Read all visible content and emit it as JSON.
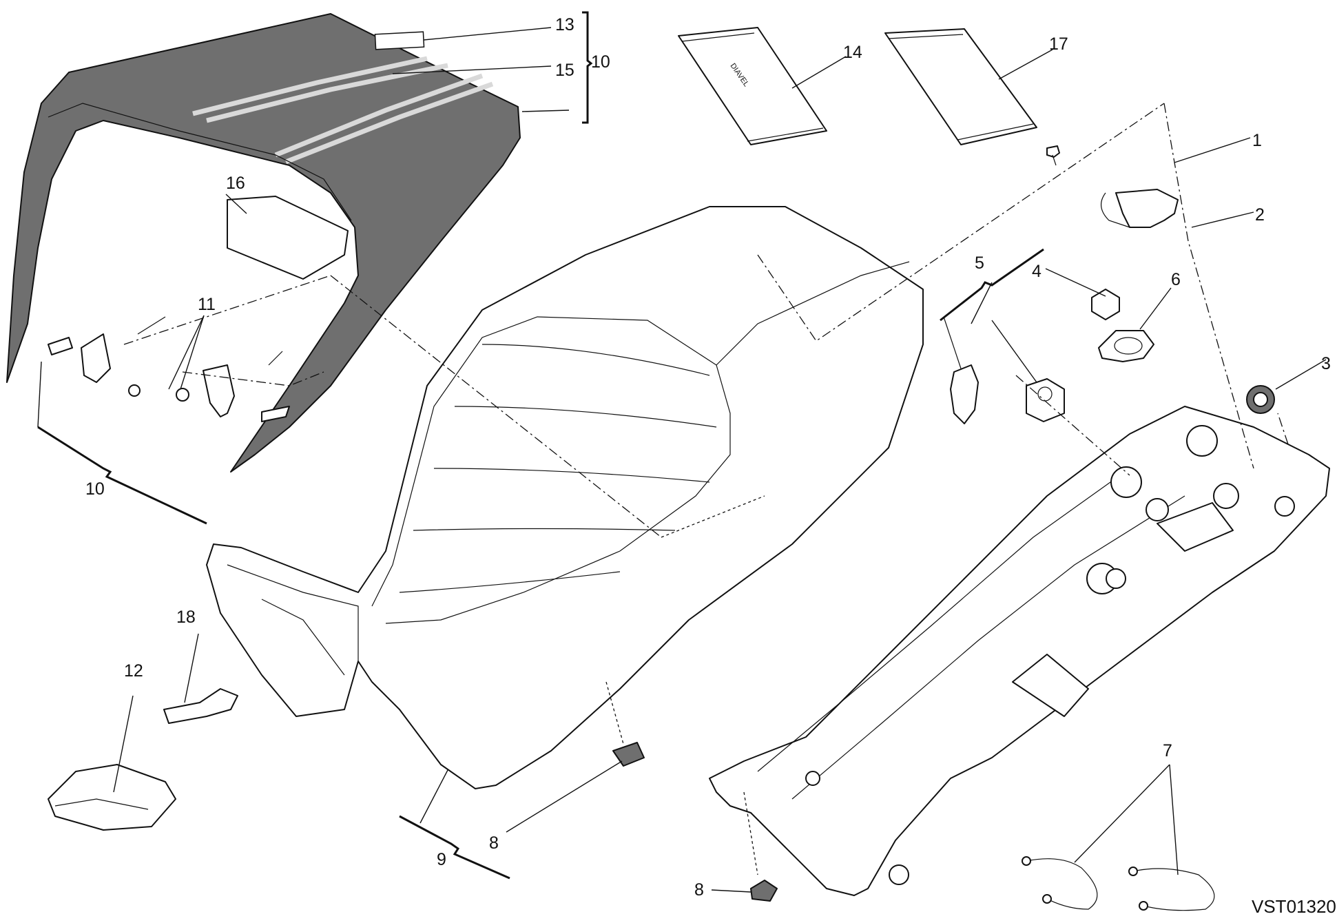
{
  "diagram": {
    "drawing_code": "VST01320",
    "callouts": {
      "c1": "1",
      "c2": "2",
      "c3": "3",
      "c4": "4",
      "c5": "5",
      "c6": "6",
      "c7": "7",
      "c8a": "8",
      "c8b": "8",
      "c9": "9",
      "c10a": "10",
      "c10b": "10",
      "c11": "11",
      "c12": "12",
      "c13": "13",
      "c14": "14",
      "c15": "15",
      "c16": "16",
      "c17": "17",
      "c18": "18"
    },
    "manual_cover_text": "DIAVEL"
  },
  "colors": {
    "line": "#111111",
    "cover": "#6f6f6f",
    "stripe": "#d9d9d9",
    "background": "#ffffff"
  }
}
